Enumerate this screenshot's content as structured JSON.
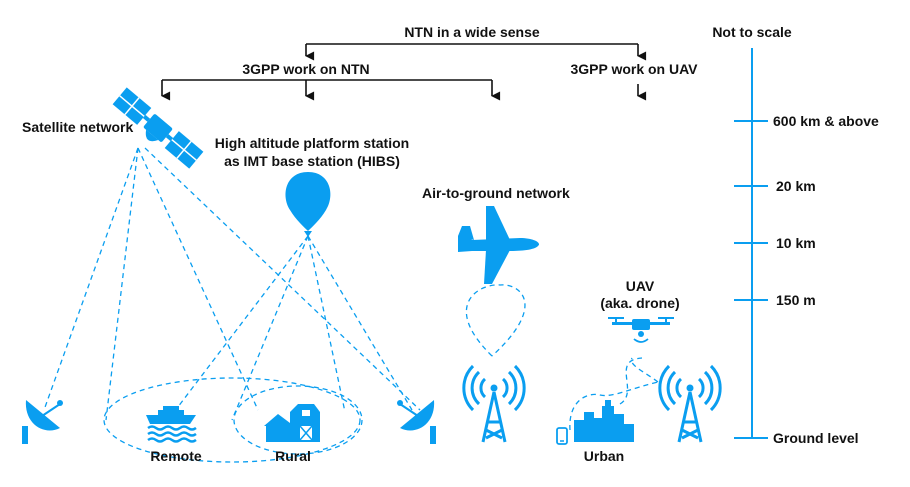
{
  "header": {
    "top": "NTN in a wide sense",
    "ntn": "3GPP work on NTN",
    "uav": "3GPP work on UAV",
    "scale_note": "Not to scale"
  },
  "labels": {
    "satellite": "Satellite network",
    "hibs_line1": "High altitude platform station",
    "hibs_line2": "as IMT base station (HIBS)",
    "a2g": "Air-to-ground network",
    "uav_line1": "UAV",
    "uav_line2": "(aka. drone)",
    "remote": "Remote",
    "rural": "Rural",
    "urban": "Urban"
  },
  "altitude_scale": [
    "600 km & above",
    "20 km",
    "10 km",
    "150 m",
    "Ground level"
  ],
  "colors": {
    "accent": "#0a9ef0",
    "text": "#111111"
  },
  "icons": [
    "satellite-icon",
    "balloon-icon",
    "airplane-icon",
    "drone-icon",
    "dish-antenna-icon",
    "ship-icon",
    "barn-icon",
    "cell-tower-icon",
    "city-icon",
    "phone-icon"
  ]
}
